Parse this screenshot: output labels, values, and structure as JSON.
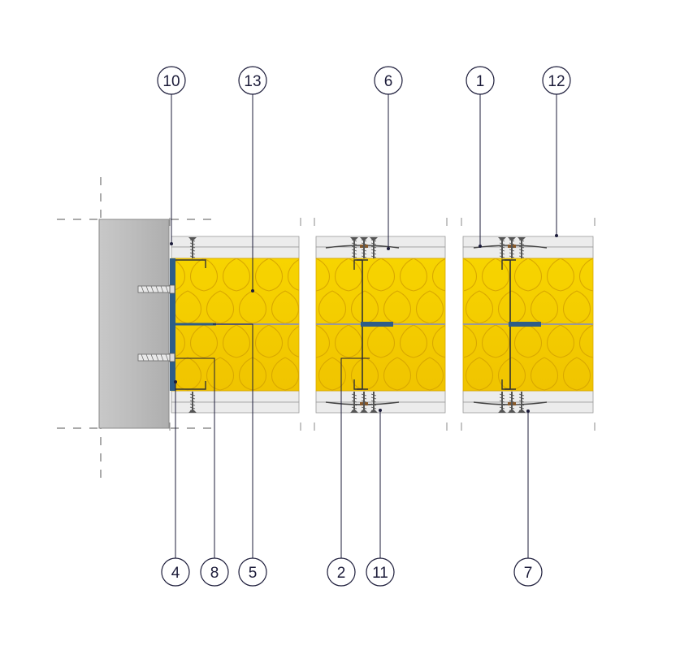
{
  "colors": {
    "insulation": "#f5d200",
    "insulation_edge": "#d9a800",
    "board": "#ececec",
    "board_edge": "#9a9a9a",
    "wall": "#bdbdbd",
    "profile": "#2e5d87",
    "line": "#1c1c3a"
  },
  "callouts_top": [
    "10",
    "13",
    "6",
    "1",
    "12"
  ],
  "callouts_bottom": [
    "4",
    "8",
    "5",
    "2",
    "11",
    "7"
  ]
}
